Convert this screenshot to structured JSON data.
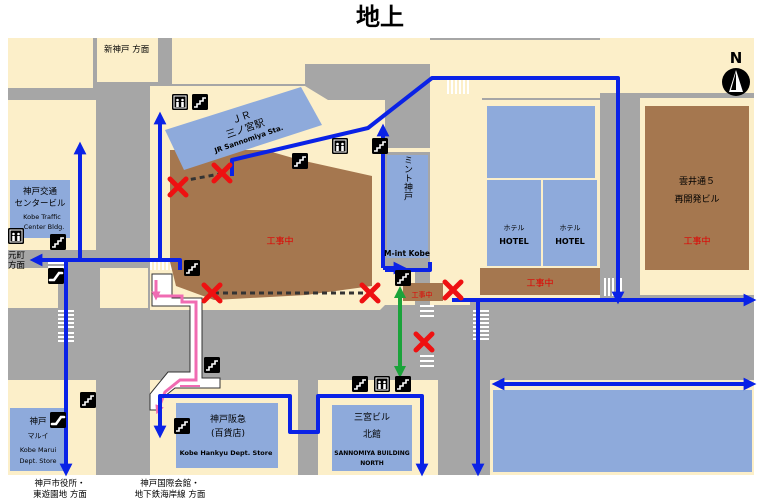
{
  "title": "地上",
  "compass": {
    "label": "N"
  },
  "directions": {
    "shin_kobe": "新神戸 方面",
    "motomachi_1": "元町",
    "motomachi_2": "方面",
    "city_hall_1": "神戸市役所・",
    "city_hall_2": "東遊園地 方面",
    "kokusai_1": "神戸国際会館・",
    "kokusai_2": "地下鉄海岸線 方面"
  },
  "buildings": {
    "jr": {
      "line1": "ＪＲ",
      "line2": "三ノ宮駅",
      "en": "JR Sannomiya Sta."
    },
    "kotsu": {
      "line1": "神戸交通",
      "line2": "センタービル",
      "en1": "Kobe Traffic",
      "en2": "Center Bldg."
    },
    "mint": {
      "jp": "ミント神戸",
      "en": "M-int Kobe"
    },
    "hotel_left": {
      "jp": "ホテル",
      "en": "HOTEL"
    },
    "hotel_right": {
      "jp": "ホテル",
      "en": "HOTEL"
    },
    "kumoi": {
      "line1": "雲井通５",
      "line2": "再開発ビル"
    },
    "marui": {
      "line1": "神戸",
      "line2": "マルイ",
      "en1": "Kobe Marui",
      "en2": "Dept. Store"
    },
    "hankyu": {
      "line1": "神戸阪急",
      "line2": "(百貨店)",
      "en": "Kobe Hankyu Dept. Store"
    },
    "sannomiya_bldg": {
      "line1": "三宮ビル",
      "line2": "北館",
      "en1": "SANNOMIYA BUILDING",
      "en2": "NORTH"
    }
  },
  "construction": {
    "big": "工事中",
    "mint_small": "工事中",
    "hotel_strip": "工事中",
    "kumoi": "工事中"
  },
  "colors": {
    "road": "#a6a6a6",
    "block": "#fcefc9",
    "building": "#8eaadb",
    "construction": "#a5774f",
    "route": "#0a22e6",
    "pink": "#f06bb2",
    "green": "#1aa33a",
    "closed": "#ee1111",
    "construction_text": "#e00000"
  },
  "icons": [
    "elevator-icon",
    "stairs-icon",
    "closed-x-icon",
    "escalator-icon",
    "compass-icon"
  ]
}
